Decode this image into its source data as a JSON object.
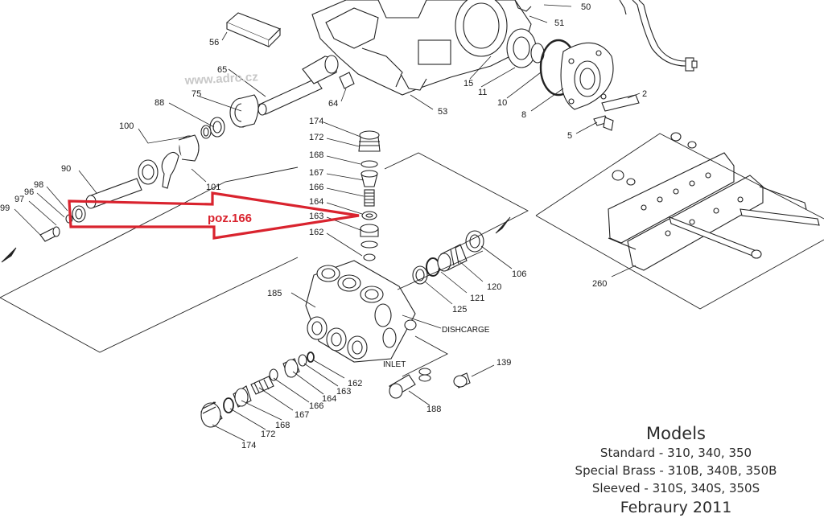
{
  "watermark": "www.adro.cz",
  "callout": {
    "label": "poz.166",
    "color": "#d9232e"
  },
  "port_labels": {
    "discharge": "DISHCARGE",
    "inlet": "INLET"
  },
  "part_numbers": {
    "p56": "56",
    "p65": "65",
    "p64": "64",
    "p53": "53",
    "p50": "50",
    "p51": "51",
    "p15": "15",
    "p11": "11",
    "p10": "10",
    "p8": "8",
    "p2": "2",
    "p5": "5",
    "p75": "75",
    "p88": "88",
    "p100": "100",
    "p101": "101",
    "p90": "90",
    "p98": "98",
    "p96": "96",
    "p97": "97",
    "p99": "99",
    "p174a": "174",
    "p172a": "172",
    "p168a": "168",
    "p167a": "167",
    "p166a": "166",
    "p164a": "164",
    "p163a": "163",
    "p162a": "162",
    "p106": "106",
    "p120": "120",
    "p121": "121",
    "p125": "125",
    "p185": "185",
    "p139": "139",
    "p188": "188",
    "p162b": "162",
    "p163b": "163",
    "p164b": "164",
    "p166b": "166",
    "p167b": "167",
    "p168b": "168",
    "p172b": "172",
    "p174b": "174",
    "p260": "260"
  },
  "models": {
    "title": "Models",
    "lines": [
      "Standard - 310, 340, 350",
      "Special Brass - 310B, 340B, 350B",
      "Sleeved - 310S, 340S, 350S"
    ],
    "date": "Febraury 2011"
  }
}
